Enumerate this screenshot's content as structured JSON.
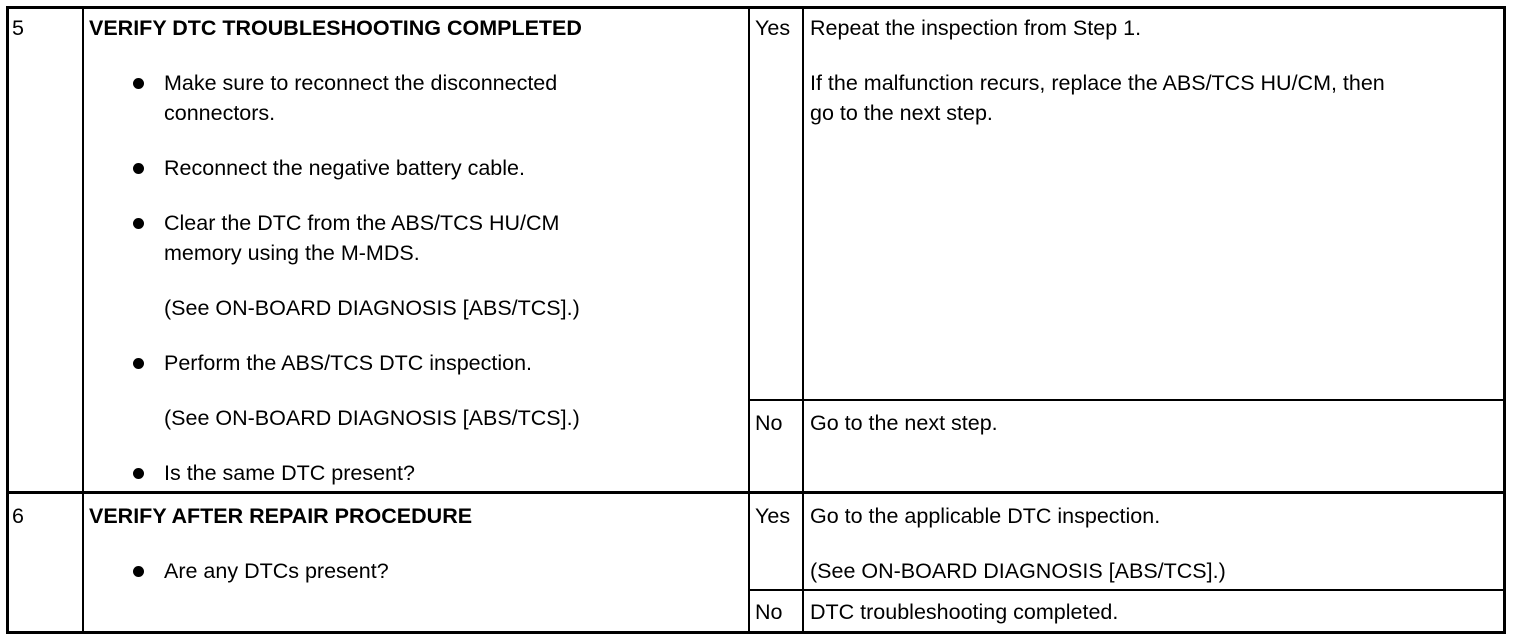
{
  "rows": [
    {
      "step": "5",
      "title": "VERIFY DTC TROUBLESHOOTING COMPLETED",
      "items": [
        "Make sure to reconnect the disconnected",
        "connectors.",
        "Reconnect the negative battery cable.",
        "Clear the DTC from the ABS/TCS HU/CM",
        "memory using the M-MDS.",
        "(See ON-BOARD DIAGNOSIS [ABS/TCS].)",
        "Perform the ABS/TCS DTC inspection.",
        "(See ON-BOARD DIAGNOSIS [ABS/TCS].)",
        "Is the same DTC present?"
      ],
      "yes_label": "Yes",
      "yes_lines": [
        "Repeat the inspection from Step 1.",
        "If the malfunction recurs, replace the ABS/TCS HU/CM, then",
        "go to the next step."
      ],
      "no_label": "No",
      "no_lines": [
        "Go to the next step."
      ]
    },
    {
      "step": "6",
      "title": "VERIFY AFTER REPAIR PROCEDURE",
      "items": [
        "Are any DTCs present?"
      ],
      "yes_label": "Yes",
      "yes_lines": [
        "Go to the applicable DTC inspection.",
        "(See ON-BOARD DIAGNOSIS [ABS/TCS].)"
      ],
      "no_label": "No",
      "no_lines": [
        "DTC troubleshooting completed."
      ]
    }
  ]
}
